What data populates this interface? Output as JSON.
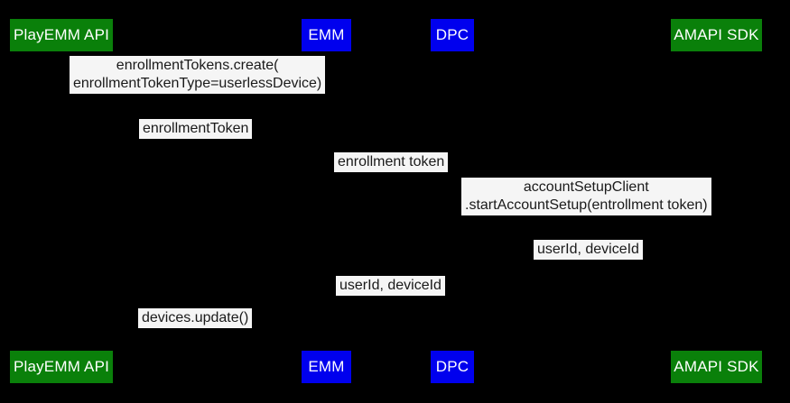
{
  "colors": {
    "bg": "#000000",
    "green": "#0a800a",
    "blue": "#0000ee",
    "actor-text": "#ffffff",
    "label-bg": "#f5f5f5",
    "label-text": "#1a1a1a"
  },
  "actors": [
    {
      "label": "PlayEMM API",
      "color": "#0a800a"
    },
    {
      "label": "EMM",
      "color": "#0000ee"
    },
    {
      "label": "DPC",
      "color": "#0000ee"
    },
    {
      "label": "AMAPI SDK",
      "color": "#0a800a"
    }
  ],
  "messages": [
    {
      "text": "enrollmentTokens.create(\nenrollmentTokenType=userlessDevice)"
    },
    {
      "text": "enrollmentToken"
    },
    {
      "text": "enrollment token"
    },
    {
      "text": "accountSetupClient\n.startAccountSetup(entrollment token)"
    },
    {
      "text": "userId, deviceId"
    },
    {
      "text": "userId, deviceId"
    },
    {
      "text": "devices.update()"
    }
  ]
}
